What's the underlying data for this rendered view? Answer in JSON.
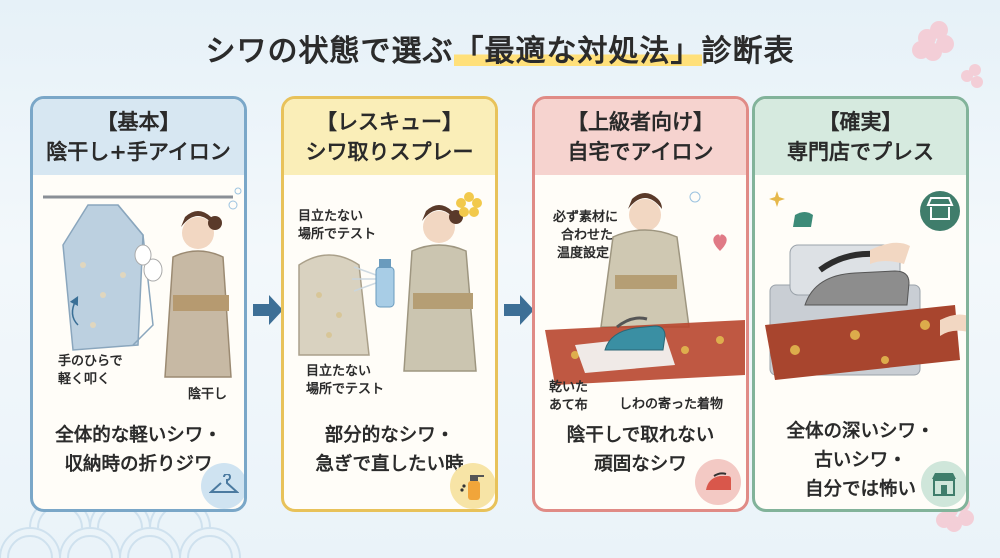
{
  "title": {
    "prefix": "シワの状態で選ぶ",
    "highlight": "「最適な対処法」",
    "suffix": "診断表"
  },
  "cards": [
    {
      "tag": "【基本】",
      "name": "陰干し+手アイロン",
      "labels": [
        "手のひらで",
        "軽く叩く",
        "陰干し"
      ],
      "desc": [
        "全体的な軽いシワ・",
        "収納時の折りジワ"
      ],
      "icon": "hanger-icon",
      "accent": "#7aa7c8",
      "head_bg": "#d7e7f2"
    },
    {
      "tag": "【レスキュー】",
      "name": "シワ取りスプレー",
      "labels": [
        "目立たない",
        "場所でテスト",
        "目立たない",
        "場所でテスト"
      ],
      "desc": [
        "部分的なシワ・",
        "急ぎで直したい時"
      ],
      "icon": "spray-bottle-icon",
      "accent": "#e8c25a",
      "head_bg": "#faeeb8"
    },
    {
      "tag": "【上級者向け】",
      "name": "自宅でアイロン",
      "labels": [
        "必ず素材に",
        "合わせた",
        "温度設定",
        "乾いた",
        "あて布",
        "しわの寄った着物"
      ],
      "desc": [
        "陰干しで取れない",
        "頑固なシワ"
      ],
      "icon": "iron-icon",
      "accent": "#e08b86",
      "head_bg": "#f6d3cf"
    },
    {
      "tag": "【確実】",
      "name": "専門店でプレス",
      "labels": [],
      "desc": [
        "全体の深いシワ・",
        "古いシワ・",
        "自分では怖い"
      ],
      "icon": "shop-icon",
      "accent": "#82b39a",
      "head_bg": "#d6eadf"
    }
  ]
}
